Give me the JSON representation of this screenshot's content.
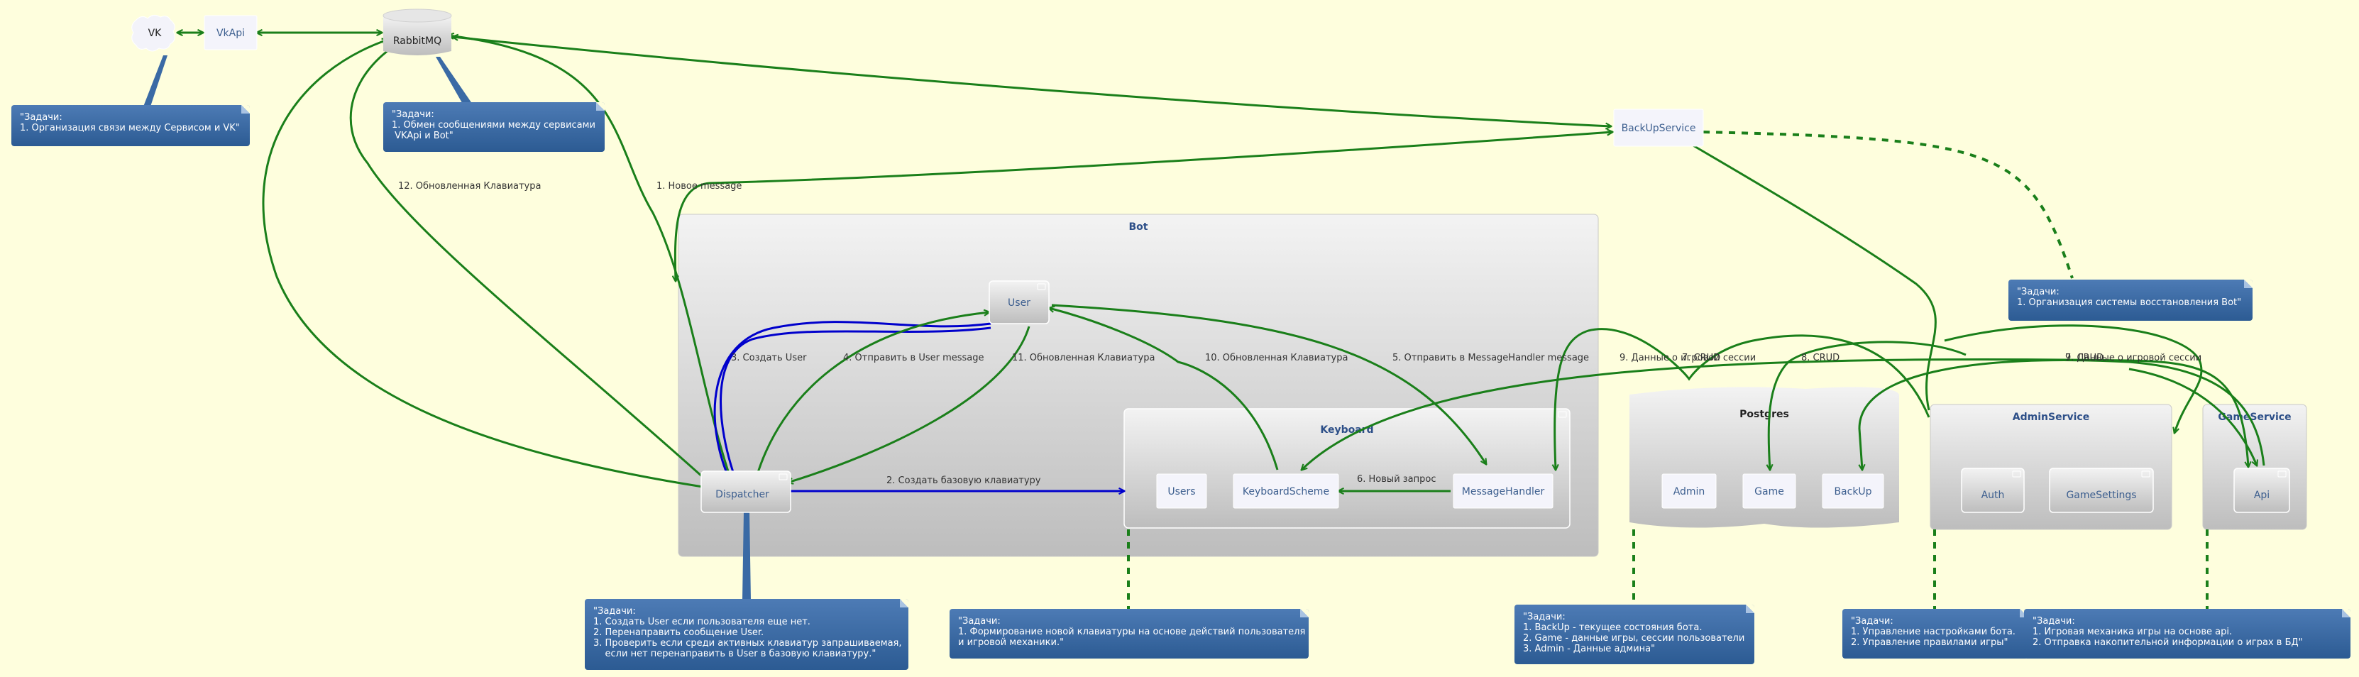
{
  "nodes": {
    "vk": "VK",
    "vkapi": "VkApi",
    "rabbitmq": "RabbitMQ",
    "backup_service": "BackUpService",
    "user": "User",
    "dispatcher": "Dispatcher",
    "users": "Users",
    "keyboard_scheme": "KeyboardScheme",
    "message_handler": "MessageHandler",
    "admin": "Admin",
    "game": "Game",
    "backup": "BackUp",
    "auth": "Auth",
    "game_settings": "GameSettings",
    "api": "Api"
  },
  "containers": {
    "bot": "Bot",
    "keyboard": "Keyboard",
    "postgres": "Postgres",
    "admin_service": "AdminService",
    "game_service": "GameService"
  },
  "edges": {
    "new_message": "1. Новое message",
    "create_base_keyboard": "2. Создать базовую клавиатуру",
    "create_user": "3. Создать User",
    "send_to_user": "4. Отправить в User message",
    "send_to_handler": "5. Отправить в MessageHandler message",
    "new_request": "6. Новый запрос",
    "crud_a": "7. CRUD",
    "crud_b": "8. CRUD",
    "data_from_session": "9. Данные о игровой сессии",
    "updated_keyboard_10": "10. Обновленная Клавиатура",
    "updated_keyboard_11": "11. Обновленная Клавиатура",
    "updated_keyboard_12": "12. Обновленная Клавиатура"
  },
  "notes": {
    "vk": "\"Задачи:\n1. Организация связи между Сервисом и VK\"",
    "rabbit": "\"Задачи:\n1. Обмен сообщениями между сервисами\n VKApi и Bot\"",
    "backup": "\"Задачи:\n1. Организация системы восстановления Bot\"",
    "dispatcher": "\"Задачи:\n1. Создать User если пользователя еще нет.\n2. Перенаправить сообщение User.\n3. Проверить если среди активных клавиатур запрашиваемая,\n    если нет перенаправить в User в базовую клавиатуру.\"",
    "keyboard": "\"Задачи:\n1. Формирование новой клавиатуры на основе действий пользователя\nи игровой механики.\"",
    "postgres": "\"Задачи:\n1. BackUp - текущее состояния бота.\n2. Game - данные игры, сессии пользователи\n3. Admin - Данные админа\"",
    "admin_service": "\"Задачи:\n1. Управление настройками бота.\n2. Управление правилами игры\"",
    "game_service": "\"Задачи:\n1. Игровая механика игры на основе api.\n2. Отправка накопительной информации о играх в БД\""
  },
  "colors": {
    "background": "#fefedd",
    "green_arrow": "#1a7f1a",
    "blue_arrow": "#0000cc",
    "note_blue": "#3a6aa5"
  }
}
